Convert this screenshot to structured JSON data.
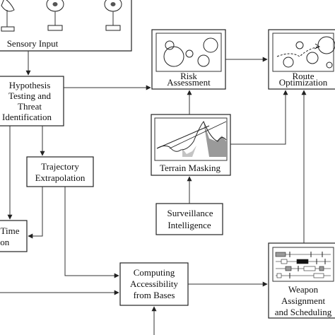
{
  "nodes": {
    "sensory_input": {
      "label": "Sensory Input"
    },
    "hypothesis": {
      "lines": [
        "Hypothesis",
        "Testing and",
        "Threat",
        "Identification"
      ]
    },
    "trajectory": {
      "lines": [
        "Trajectory",
        "Extrapolation"
      ]
    },
    "time_box": {
      "lines": [
        "Time",
        "ion"
      ]
    },
    "risk": {
      "lines": [
        "Risk",
        "Assessment"
      ]
    },
    "route": {
      "lines": [
        "Route",
        "Optimization"
      ]
    },
    "terrain": {
      "label": "Terrain Masking"
    },
    "surveillance": {
      "lines": [
        "Surveillance",
        "Intelligence"
      ]
    },
    "computing": {
      "lines": [
        "Computing",
        "Accessibility",
        "from Bases"
      ]
    },
    "weapon": {
      "lines": [
        "Weapon",
        "Assignment",
        "and Scheduling"
      ]
    }
  },
  "icons": [
    "radar-dish-icon",
    "radar-dish-icon",
    "radar-dish-icon"
  ],
  "colors": {
    "stroke": "#222222",
    "fill": "#ffffff",
    "text": "#111111",
    "shade": "#9a9a9a"
  }
}
